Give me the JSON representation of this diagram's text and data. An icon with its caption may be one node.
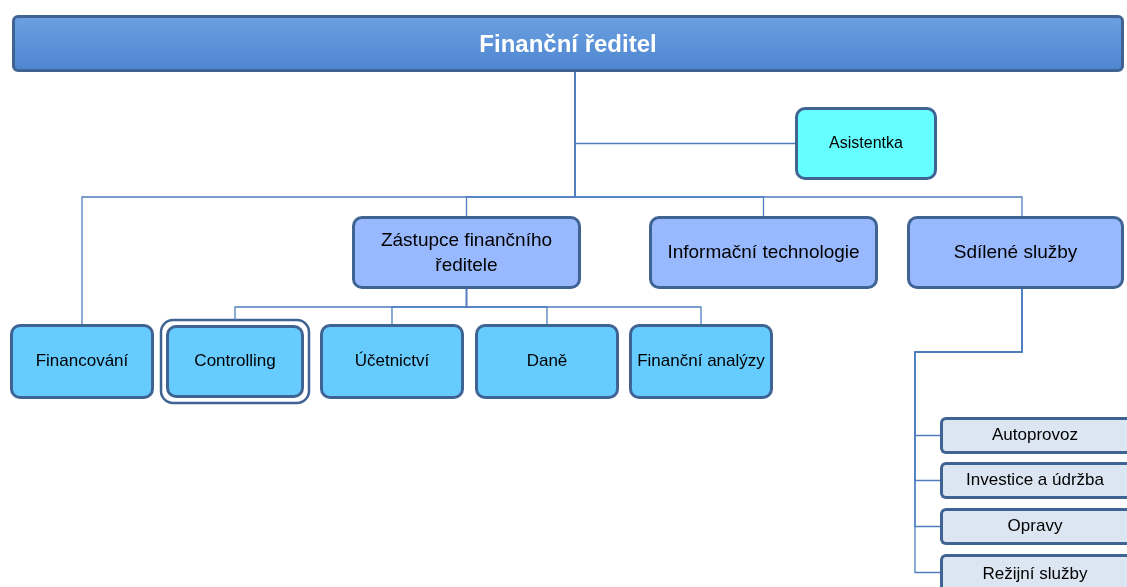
{
  "diagram": {
    "nodes": [
      {
        "text": [
          "Finanční ředitel"
        ]
      },
      {
        "text": [
          "Asistentka"
        ]
      },
      {
        "text": [
          "Zástupce finančního ředitele"
        ]
      },
      {
        "text": [
          "Informační technologie"
        ]
      },
      {
        "text": [
          "Sdílené služby"
        ]
      },
      {
        "text": [
          "Financování"
        ]
      },
      {
        "text": [
          "Controlling"
        ]
      },
      {
        "text": [
          "Účetnictví"
        ]
      },
      {
        "text": [
          "Daně"
        ]
      },
      {
        "text": [
          "Finanční analýzy"
        ]
      },
      {
        "text": [
          "Autoprovoz"
        ]
      },
      {
        "text": [
          "Investice a údržba"
        ]
      },
      {
        "text": [
          "Opravy"
        ]
      },
      {
        "text": [
          "Režijní služby"
        ]
      }
    ],
    "edges": [
      {
        "from": 0,
        "to": 1,
        "arrow": "none"
      },
      {
        "from": 0,
        "to": 5,
        "arrow": "none"
      },
      {
        "from": 0,
        "to": 2,
        "arrow": "none"
      },
      {
        "from": 0,
        "to": 3,
        "arrow": "none"
      },
      {
        "from": 0,
        "to": 4,
        "arrow": "none"
      },
      {
        "from": 2,
        "to": 6,
        "arrow": "none"
      },
      {
        "from": 2,
        "to": 7,
        "arrow": "none"
      },
      {
        "from": 2,
        "to": 8,
        "arrow": "none"
      },
      {
        "from": 2,
        "to": 9,
        "arrow": "none"
      },
      {
        "from": 4,
        "to": 10,
        "arrow": "none"
      },
      {
        "from": 4,
        "to": 11,
        "arrow": "none"
      },
      {
        "from": 4,
        "to": 12,
        "arrow": "none"
      },
      {
        "from": 4,
        "to": 13,
        "arrow": "none"
      }
    ]
  }
}
